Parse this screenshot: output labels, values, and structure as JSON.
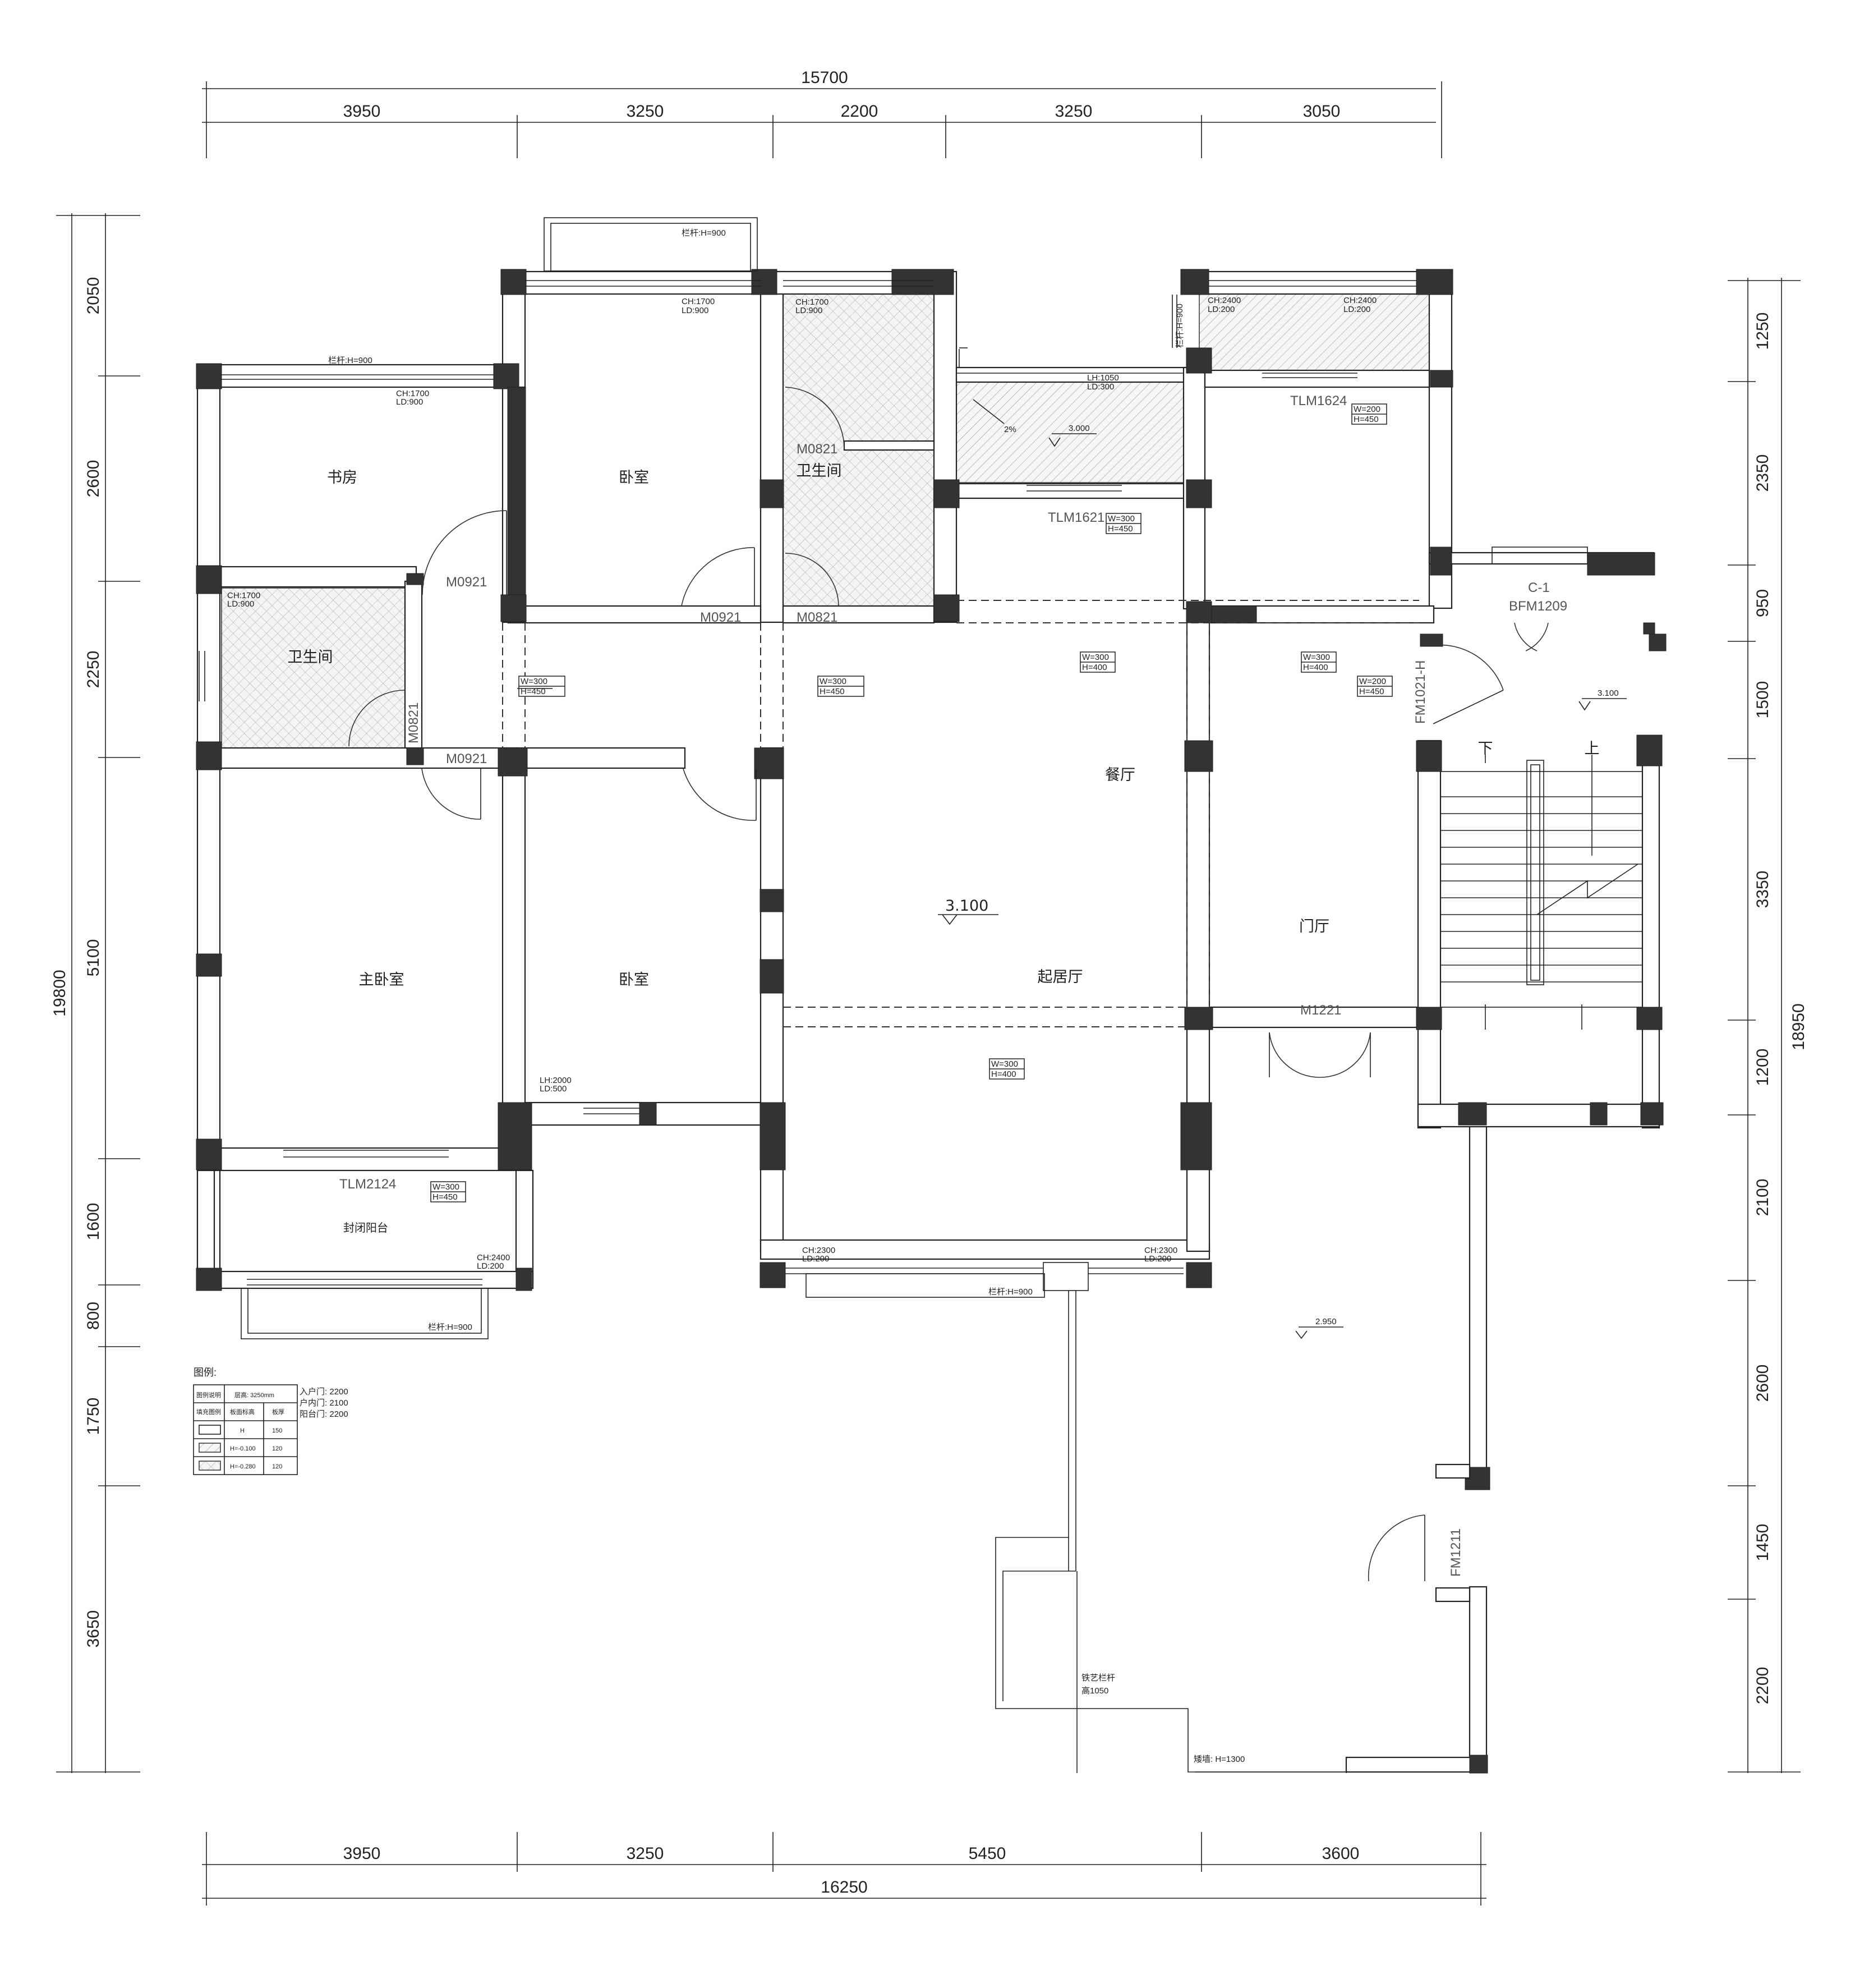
{
  "dimensions": {
    "top_total": "15700",
    "top": [
      "3950",
      "3250",
      "2200",
      "3250",
      "3050"
    ],
    "bottom": [
      "3950",
      "3250",
      "5450",
      "3600"
    ],
    "bottom_total": "16250",
    "left_total": "19800",
    "left": [
      "2050",
      "2600",
      "2250",
      "5100",
      "1600",
      "800",
      "1750",
      "3650"
    ],
    "right_total": "18950",
    "right": [
      "1250",
      "2350",
      "950",
      "1500",
      "3350",
      "1200",
      "2100",
      "2600",
      "1450",
      "2200"
    ]
  },
  "rooms": {
    "study": "书房",
    "bedroom_north": "卧室",
    "bath_north": "卫生间",
    "bath_west": "卫生间",
    "dining": "餐厅",
    "living": "起居厅",
    "master_bedroom": "主卧室",
    "bedroom_south": "卧室",
    "foyer": "门厅",
    "closed_balcony": "封闭阳台"
  },
  "doors": {
    "m0921_a": "M0921",
    "m0921_b": "M0921",
    "m0921_c": "M0921",
    "m0821_a": "M0821",
    "m0821_b": "M0821",
    "m0821_c": "M0821",
    "tlm1621": "TLM1621",
    "tlm1624": "TLM1624",
    "tlm2124": "TLM2124",
    "m1221": "M1221",
    "fm1021": "FM1021-H",
    "bfm1209": "BFM1209",
    "c1": "C-1",
    "fm1211": "FM1211"
  },
  "levels": {
    "main": "3.100",
    "terrace": "3.000",
    "stair_landing": "3.100",
    "yard": "2.950",
    "slope": "2%"
  },
  "notes": {
    "rail_top": "栏杆:H=900",
    "rail_study": "栏杆:H=900",
    "rail_master": "栏杆:H=900",
    "rail_living": "栏杆:H=900",
    "rail_ne": "栏杆:H=900",
    "iron_rail_1": "铁艺栏杆",
    "iron_rail_2": "高1050",
    "parapet": "矮墙: H=1300",
    "ch1700_ld900_a_1": "CH:1700",
    "ch1700_ld900_a_2": "LD:900",
    "ch1700_ld900_b_1": "CH:1700",
    "ch1700_ld900_b_2": "LD:900",
    "ch1700_ld900_c_1": "CH:1700",
    "ch1700_ld900_c_2": "LD:900",
    "ch1700_ld900_d_1": "CH:1700",
    "ch1700_ld900_d_2": "LD:900",
    "ch2400_ld200_a_1": "CH:2400",
    "ch2400_ld200_a_2": "LD:200",
    "ch2400_ld200_b_1": "CH:2400",
    "ch2400_ld200_b_2": "LD:200",
    "ch2400_ld200_c_1": "CH:2400",
    "ch2400_ld200_c_2": "LD:200",
    "ch2300_ld200_a_1": "CH:2300",
    "ch2300_ld200_a_2": "LD:200",
    "ch2300_ld200_b_1": "CH:2300",
    "ch2300_ld200_b_2": "LD:200",
    "lh1050_ld300_1": "LH:1050",
    "lh1050_ld300_2": "LD:300",
    "lh2000_ld500_1": "LH:2000",
    "lh2000_ld500_2": "LD:500",
    "stair_down": "下",
    "stair_up": "上"
  },
  "tags": {
    "t1_w": "W=300",
    "t1_h": "H=450",
    "t2_w": "W=300",
    "t2_h": "H=450",
    "t3_w": "W=300",
    "t3_h": "H=400",
    "t4_w": "W=300",
    "t4_h": "H=400",
    "t5_w": "W=200",
    "t5_h": "H=450",
    "t6_w": "W=300",
    "t6_h": "H=450",
    "t7_w": "W=200",
    "t7_h": "H=450",
    "t8_w": "W=300",
    "t8_h": "H=400",
    "t9_w": "W=300",
    "t9_h": "H=450"
  },
  "legend": {
    "title": "图例:",
    "header_1": "图例说明",
    "header_2": "层高: 3250mm",
    "col_fill": "填充图例",
    "col_elev": "板面标高",
    "col_thick": "板厚",
    "row1_elev": "H",
    "row1_thick": "150",
    "row2_elev": "H=-0.100",
    "row2_thick": "120",
    "row3_elev": "H=-0.280",
    "row3_thick": "120",
    "door_1": "入户门: 2200",
    "door_2": "户内门: 2100",
    "door_3": "阳台门: 2200"
  }
}
